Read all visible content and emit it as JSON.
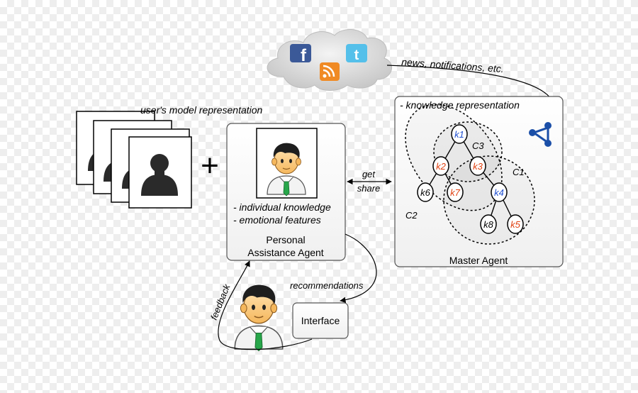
{
  "labels": {
    "user_model": "user's model representation",
    "news": "news, notifications, etc.",
    "knowledge_rep": "- knowledge representation",
    "individual_knowledge": "- individual knowledge",
    "emotional_features": "- emotional features",
    "pa_agent_line1": "Personal",
    "pa_agent_line2": "Assistance Agent",
    "master_agent": "Master Agent",
    "get": "get",
    "share": "share",
    "recommendations": "recommendations",
    "feedback": "feedback",
    "interface": "Interface",
    "plus": "+"
  },
  "clusters": {
    "c1": "C1",
    "c2": "C2",
    "c3": "C3"
  },
  "nodes": {
    "k1": "k1",
    "k2": "k2",
    "k3": "k3",
    "k4": "k4",
    "k5": "k5",
    "k6": "k6",
    "k7": "k7",
    "k8": "k8"
  },
  "cloud_icons": [
    "facebook-icon",
    "twitter-icon",
    "rss-icon"
  ],
  "colors": {
    "blue_node": "#1f4fd0",
    "red_node": "#e04010",
    "facebook": "#3b5998",
    "twitter": "#55c0ea",
    "rss": "#f08a24",
    "share_icon": "#1b4fa8"
  }
}
